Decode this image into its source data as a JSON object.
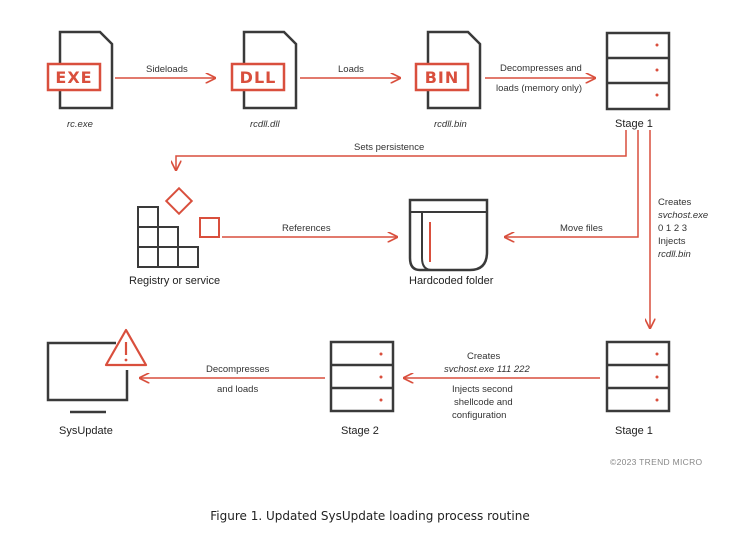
{
  "files": {
    "exe": {
      "badge": "EXE",
      "caption": "rc.exe"
    },
    "dll": {
      "badge": "DLL",
      "caption": "rcdll.dll"
    },
    "bin": {
      "badge": "BIN",
      "caption": "rcdll.bin"
    }
  },
  "edges": {
    "sideloads": "Sideloads",
    "loads": "Loads",
    "decompresses_line1": "Decompresses and",
    "decompresses_line2": "loads (memory only)",
    "sets_persistence": "Sets persistence",
    "references": "References",
    "move_files": "Move files",
    "creates1_a": "Creates",
    "creates1_b": "svchost.exe",
    "creates1_c": "0 1 2 3",
    "creates1_d": "Injects",
    "creates1_e": "rcdll.bin",
    "creates2_a": "Creates",
    "creates2_b": "svchost.exe 111 222",
    "injects2_a": "Injects second",
    "injects2_b": "shellcode and",
    "injects2_c": "configuration",
    "decomp2_a": "Decompresses",
    "decomp2_b": "and loads"
  },
  "nodes": {
    "stage1_top": "Stage 1",
    "registry": "Registry or service",
    "folder": "Hardcoded folder",
    "stage1_bottom": "Stage 1",
    "stage2": "Stage 2",
    "sysupdate": "SysUpdate"
  },
  "copyright": "©2023 TREND MICRO",
  "figure_caption": "Figure 1. Updated SysUpdate loading process routine",
  "colors": {
    "accent": "#d94f3d",
    "ink": "#3a3a3a"
  }
}
